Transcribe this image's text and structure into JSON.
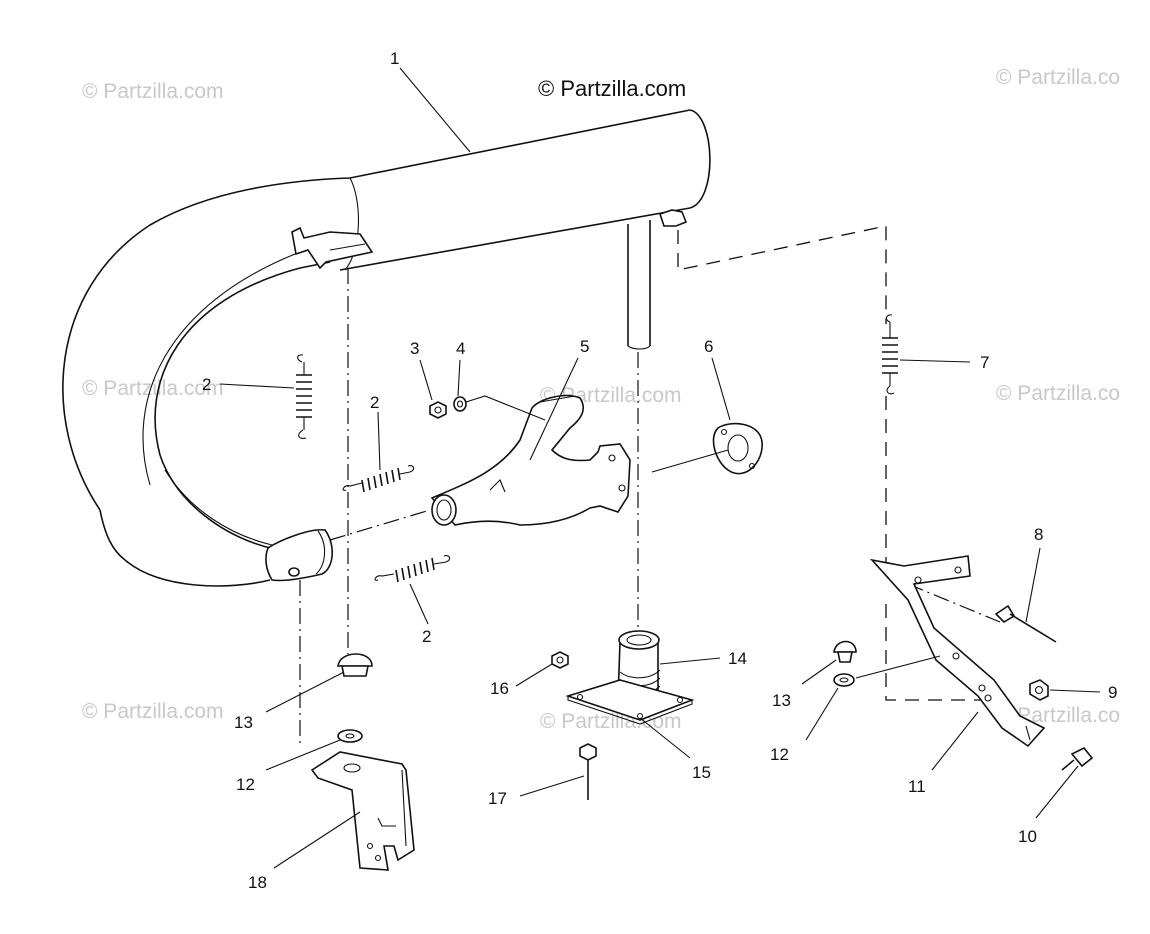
{
  "copyright": "© Partzilla.com",
  "watermarks": [
    "© Partzilla.com",
    "© Partzilla.co",
    "© Partzilla.com",
    "© Partzilla.co",
    "© Partzilla.com",
    "© Partzilla.com",
    "© Partzilla.co",
    "© Partzilla.com"
  ],
  "callouts": {
    "muffler": "1",
    "spring_left": "2",
    "spring_upper": "2",
    "spring_lower": "2",
    "nut": "3",
    "washer_top": "4",
    "exhaust_pipe": "5",
    "gasket": "6",
    "spring_right": "7",
    "rod_8": "8",
    "nut_9": "9",
    "bolt_10": "10",
    "bracket_11": "11",
    "washer_left": "12",
    "washer_right": "12",
    "grommet_left": "13",
    "grommet_right": "13",
    "mount_14": "14",
    "plate_15": "15",
    "nut_16": "16",
    "bolt_17": "17",
    "bracket_18": "18"
  },
  "colors": {
    "ink": "#111111",
    "watermark": "#c8c8c8",
    "background": "#ffffff"
  }
}
